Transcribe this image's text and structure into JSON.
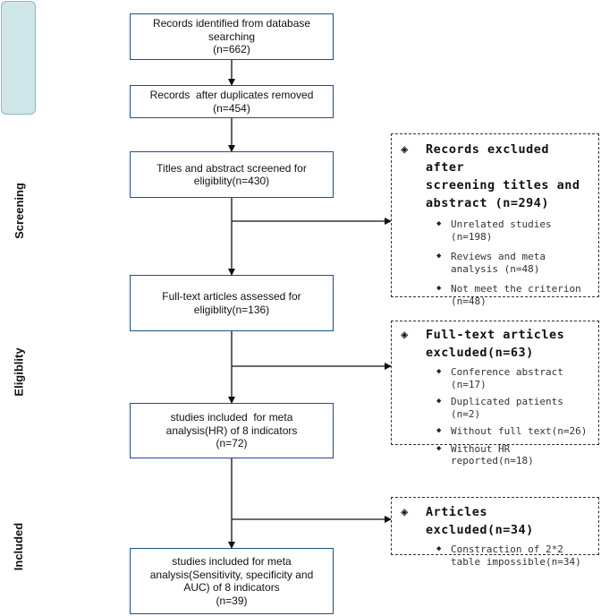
{
  "stages": {
    "screening": "Screening",
    "eligibility": "Eligiblity",
    "included": "Included"
  },
  "flow": {
    "identified": [
      "Records identified from database",
      "searching",
      "(n=662)"
    ],
    "after_duplicates": [
      "Records  after duplicates removed",
      "(n=454)"
    ],
    "screened": [
      "Titles and abstract screened for",
      "eligiblity(n=430)"
    ],
    "full_text": [
      "Full-text articles assessed for",
      "eligiblity(n=136)"
    ],
    "included_hr": [
      "studies included  for meta",
      "analysis(HR) of 8 indicators",
      "(n=72)"
    ],
    "included_final": [
      "studies included for meta",
      "analysis(Sensitivity, specificity and",
      "AUC) of 8 indicators",
      "(n=39)"
    ]
  },
  "exclusions": {
    "screening": {
      "title": [
        "Records excluded after",
        "screening titles and",
        "abstract (n=294)"
      ],
      "items": [
        [
          "Unrelated studies",
          "(n=198)"
        ],
        [
          "Reviews and meta",
          "analysis (n=48)"
        ],
        [
          "Not meet the criterion",
          "(n=48)"
        ]
      ]
    },
    "full_text": {
      "title": [
        "Full-text articles",
        "excluded(n=63)"
      ],
      "items": [
        [
          "Conference abstract",
          "(n=17)"
        ],
        [
          "Duplicated patients (n=2)"
        ],
        [
          "Without full text(n=26)"
        ],
        [
          "Without HR",
          "reported(n=18)"
        ]
      ]
    },
    "auc": {
      "title": [
        "Articles excluded(n=34)"
      ],
      "items": [
        [
          "Constraction of 2*2",
          "table impossible(n=34)"
        ]
      ]
    }
  },
  "glyphs": {
    "title_marker": "◈",
    "item_marker": "◆"
  },
  "colors": {
    "box_border": "#1f4e8c",
    "side_fill": "#cfe6e8",
    "side_border": "#8fb8bd"
  }
}
